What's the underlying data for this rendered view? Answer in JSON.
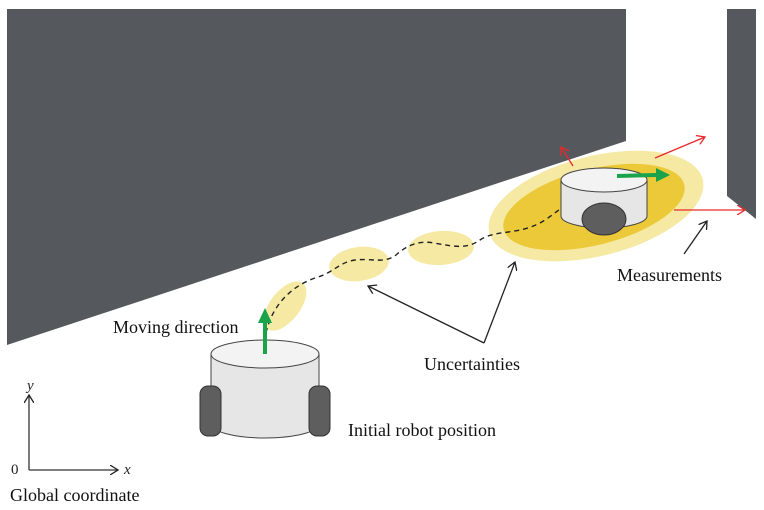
{
  "labels": {
    "moving_direction": "Moving direction",
    "uncertainties": "Uncertainties",
    "measurements": "Measurements",
    "initial_robot_position": "Initial robot position",
    "global_coordinate": "Global coordinate"
  },
  "axes": {
    "x": "x",
    "y": "y",
    "origin": "0"
  },
  "colors": {
    "wall": "#55595e",
    "uncertainty_light": "#f6e9a4",
    "uncertainty_dark": "#ecc938",
    "robot_body": "#e6e6e6",
    "wheel": "#5e5e5e",
    "direction_arrow": "#1aa34a",
    "measurement_arrow": "#e8292b",
    "annotation_line": "#222222"
  }
}
